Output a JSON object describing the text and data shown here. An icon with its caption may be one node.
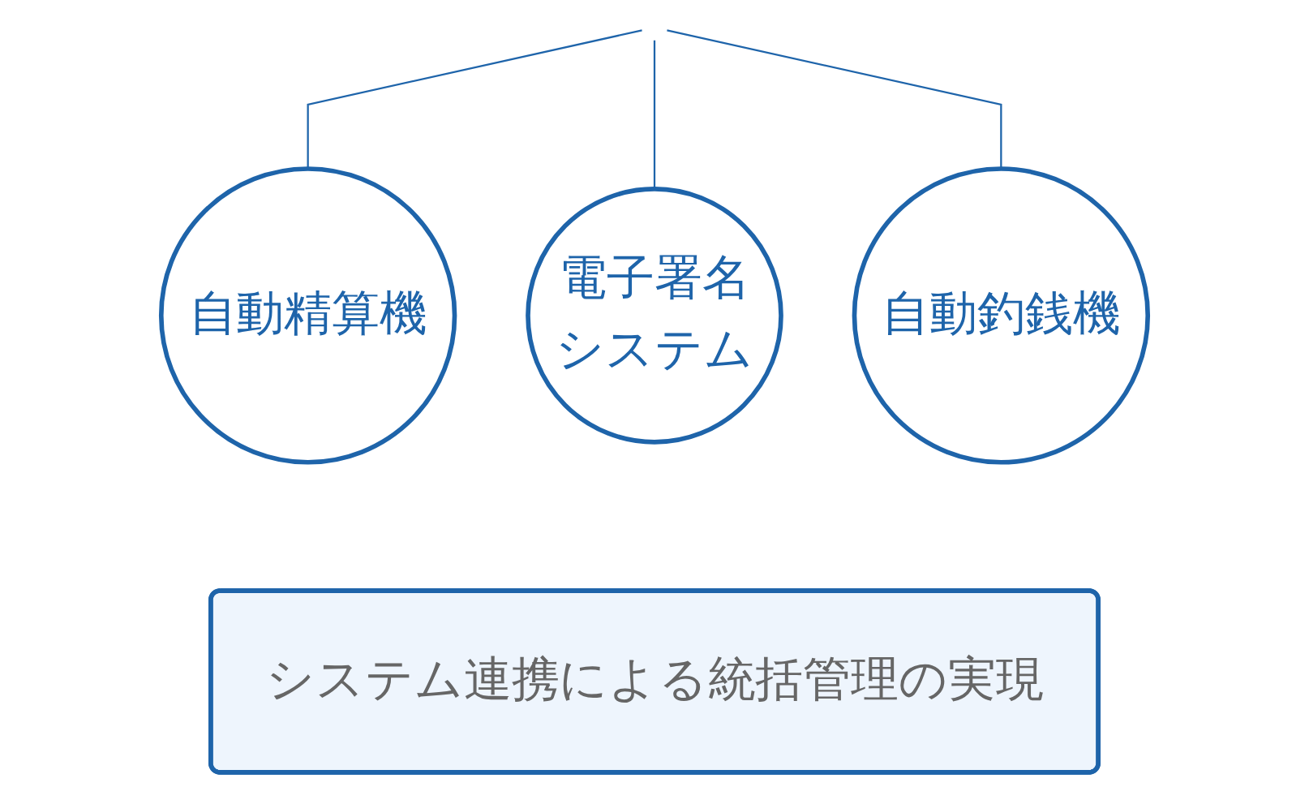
{
  "diagram": {
    "nodes": [
      {
        "text": [
          "自動精算機"
        ]
      },
      {
        "text": [
          "電子署名システム"
        ]
      },
      {
        "text": [
          "自動釣銭機"
        ]
      },
      {
        "text": [
          "システム連携による統括管理の実現"
        ]
      }
    ],
    "edges": [
      {
        "from": null,
        "to": 0,
        "arrow": "none"
      },
      {
        "from": null,
        "to": 1,
        "arrow": "none"
      },
      {
        "from": null,
        "to": 2,
        "arrow": "none"
      }
    ]
  }
}
